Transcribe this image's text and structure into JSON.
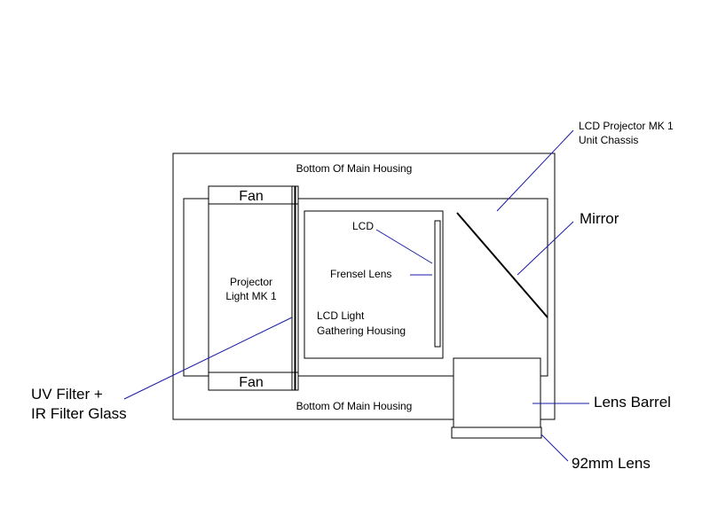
{
  "colors": {
    "outline": "#000000",
    "leader": "#1a1aa6",
    "background": "#ffffff"
  },
  "labels": {
    "main_housing_top": "Bottom Of Main Housing",
    "main_housing_bottom": "Bottom Of Main Housing",
    "fan_top": "Fan",
    "fan_bottom": "Fan",
    "projector_light_line1": "Projector",
    "projector_light_line2": "Light MK 1",
    "lcd": "LCD",
    "fresnel_lens": "Frensel Lens",
    "lcd_light_housing_line1": "LCD Light",
    "lcd_light_housing_line2": "Gathering Housing",
    "chassis_line1": "LCD Projector MK 1",
    "chassis_line2": "Unit Chassis",
    "mirror": "Mirror",
    "lens_barrel": "Lens Barrel",
    "lens_92mm": "92mm Lens",
    "uv_filter_line1": "UV Filter +",
    "uv_filter_line2": "IR Filter Glass"
  }
}
